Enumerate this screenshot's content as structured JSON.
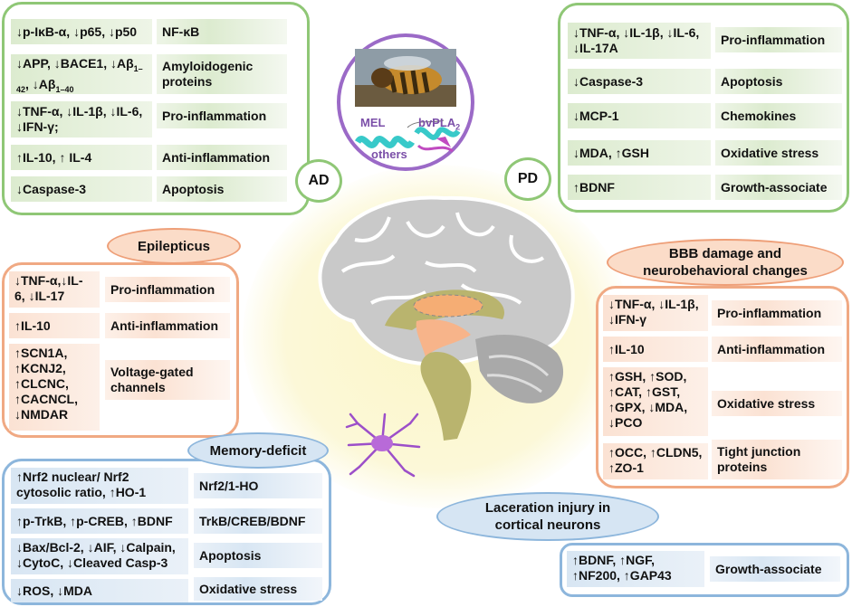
{
  "ad": {
    "tag": "AD",
    "rows": [
      {
        "marker": "↓p-IκB-α, ↓p65, ↓p50",
        "effect": "NF-κB"
      },
      {
        "marker": "↓APP, ↓BACE1, ↓Aβ1–42, ↓Aβ1–40",
        "effect": "Amyloidogenic\nproteins"
      },
      {
        "marker": "↓TNF-α, ↓IL-1β, ↓IL-6,\n↓IFN-γ;",
        "effect": "Pro-inflammation"
      },
      {
        "marker": "↑IL-10, ↑ IL-4",
        "effect": "Anti-inflammation"
      },
      {
        "marker": "↓Caspase-3",
        "effect": "Apoptosis"
      }
    ]
  },
  "pd": {
    "tag": "PD",
    "rows": [
      {
        "marker": "↓TNF-α, ↓IL-1β, ↓IL-6,\n↓IL-17A",
        "effect": "Pro-inflammation"
      },
      {
        "marker": "↓Caspase-3",
        "effect": "Apoptosis"
      },
      {
        "marker": "↓MCP-1",
        "effect": "Chemokines"
      },
      {
        "marker": "↓MDA, ↑GSH",
        "effect": "Oxidative stress"
      },
      {
        "marker": "↑BDNF",
        "effect": "Growth-associate"
      }
    ]
  },
  "venom": {
    "mel": "MEL",
    "bvpla": "bvPLA",
    "bvpla_sub": "2",
    "others": "others"
  },
  "epilepticus": {
    "title": "Epilepticus",
    "rows": [
      {
        "marker": "↓TNF-α,↓IL-\n6, ↓IL-17",
        "effect": "Pro-inflammation"
      },
      {
        "marker": "↑IL-10",
        "effect": "Anti-inflammation"
      },
      {
        "marker": "↑SCN1A,\n↑KCNJ2,\n↑CLCNC,\n↑CACNCL,\n↓NMDAR",
        "effect": "Voltage-gated\nchannels"
      }
    ]
  },
  "bbb": {
    "title": "BBB damage and\nneurobehavioral changes",
    "rows": [
      {
        "marker": "↓TNF-α, ↓IL-1β,\n↓IFN-γ",
        "effect": "Pro-inflammation"
      },
      {
        "marker": "↑IL-10",
        "effect": "Anti-inflammation"
      },
      {
        "marker": "↑GSH, ↑SOD,\n↑CAT, ↑GST,\n↑GPX, ↓MDA,\n↓PCO",
        "effect": "Oxidative stress"
      },
      {
        "marker": "↑OCC, ↑CLDN5,\n↑ZO-1",
        "effect": "Tight junction\nproteins"
      }
    ]
  },
  "memory": {
    "title": "Memory-deficit",
    "rows": [
      {
        "marker": "↑Nrf2 nuclear/ Nrf2\ncytosolic ratio, ↑HO-1",
        "effect": "Nrf2/1-HO"
      },
      {
        "marker": "↑p-TrkB, ↑p-CREB, ↑BDNF",
        "effect": "TrkB/CREB/BDNF"
      },
      {
        "marker": "↓Bax/Bcl-2, ↓AIF, ↓Calpain,\n↓CytoC, ↓Cleaved Casp-3",
        "effect": "Apoptosis"
      },
      {
        "marker": "↓ROS, ↓MDA",
        "effect": "Oxidative stress"
      }
    ]
  },
  "laceration": {
    "title": "Laceration injury in\ncortical neurons",
    "rows": [
      {
        "marker": "↑BDNF, ↑NGF,\n↑NF200, ↑GAP43",
        "effect": "Growth-associate"
      }
    ]
  }
}
